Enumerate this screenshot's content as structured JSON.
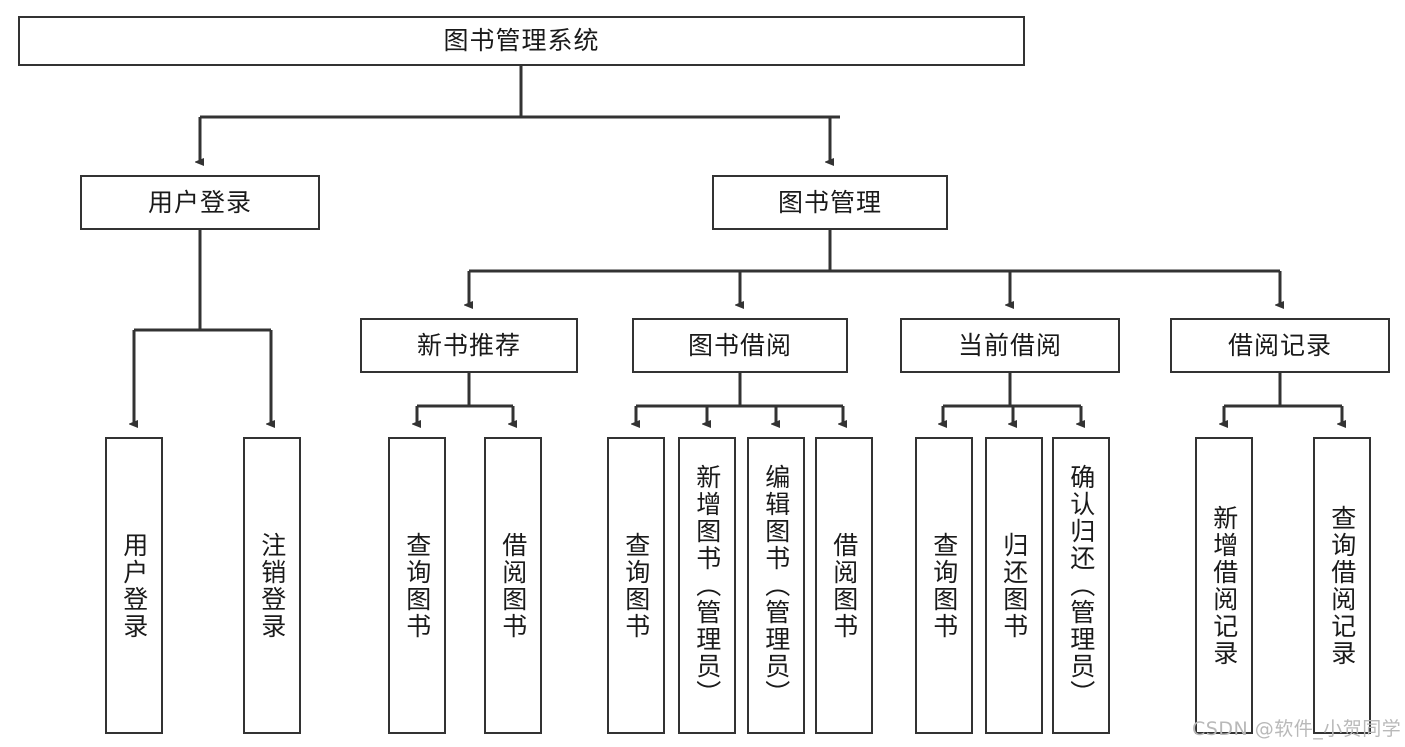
{
  "diagram": {
    "title": "图书管理系统",
    "type": "tree",
    "watermark": "CSDN @软件_小贺同学",
    "colors": {
      "stroke": "#333333",
      "fill": "#ffffff",
      "text": "#1a1a1a",
      "watermark": "#b9b9b9"
    },
    "nodes": {
      "root": {
        "label": "图书管理系统"
      },
      "level2": [
        {
          "label": "用户登录"
        },
        {
          "label": "图书管理"
        }
      ],
      "level3": [
        {
          "label": "新书推荐"
        },
        {
          "label": "图书借阅"
        },
        {
          "label": "当前借阅"
        },
        {
          "label": "借阅记录"
        }
      ],
      "leaves_user_login": [
        {
          "label": "用户登录"
        },
        {
          "label": "注销登录"
        }
      ],
      "leaves_new_book": [
        {
          "label": "查询图书"
        },
        {
          "label": "借阅图书"
        }
      ],
      "leaves_borrow": [
        {
          "label": "查询图书"
        },
        {
          "label": "新增图书（管理员）"
        },
        {
          "label": "编辑图书（管理员）"
        },
        {
          "label": "借阅图书"
        }
      ],
      "leaves_current": [
        {
          "label": "查询图书"
        },
        {
          "label": "归还图书"
        },
        {
          "label": "确认归还（管理员）"
        }
      ],
      "leaves_records": [
        {
          "label": "新增借阅记录"
        },
        {
          "label": "查询借阅记录"
        }
      ]
    }
  }
}
